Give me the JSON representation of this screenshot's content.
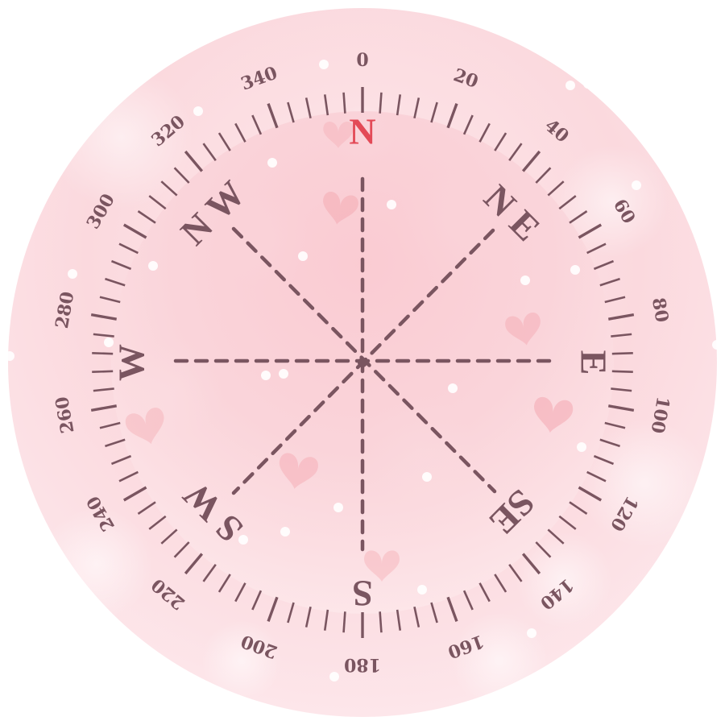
{
  "colors": {
    "ink": "#7a5560",
    "north": "#e34a57",
    "outer_face": "#fbd9dd",
    "inner_face": "#f9ccd3",
    "bokeh": "#ffffff",
    "heart": "#f4a7b0"
  },
  "compass": {
    "cardinals": [
      {
        "id": "N",
        "label": "N",
        "angle": 0
      },
      {
        "id": "NE",
        "label": "N E",
        "angle": 45
      },
      {
        "id": "E",
        "label": "E",
        "angle": 90
      },
      {
        "id": "SE",
        "label": "SE",
        "angle": 135
      },
      {
        "id": "S",
        "label": "S",
        "angle": 180
      },
      {
        "id": "SW",
        "label": "S W",
        "angle": 225
      },
      {
        "id": "W",
        "label": "W",
        "angle": 270
      },
      {
        "id": "NW",
        "label": "N W",
        "angle": 315
      }
    ],
    "degree_labels": [
      "0",
      "20",
      "40",
      "60",
      "80",
      "100",
      "120",
      "140",
      "160",
      "180",
      "200",
      "220",
      "240",
      "260",
      "280",
      "300",
      "320",
      "340"
    ],
    "degree_step": 20,
    "tick_step_degrees": 4,
    "decor_icons": [
      "heart-icon",
      "bokeh-circle-icon",
      "sparkle-dot-icon"
    ]
  }
}
